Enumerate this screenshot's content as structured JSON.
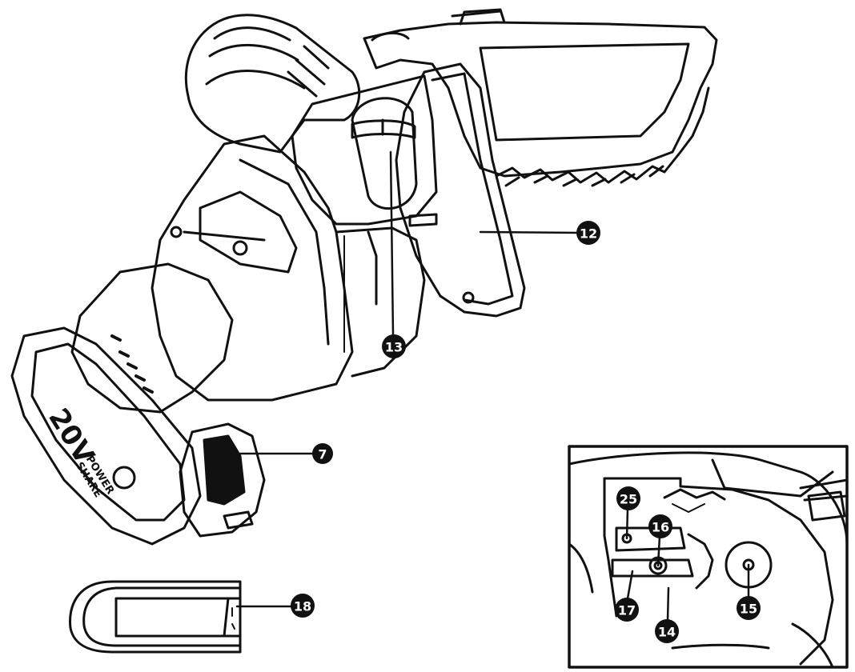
{
  "battery": {
    "voltage": "20V",
    "brand_top": "POWER",
    "brand_bottom": "SHARE"
  },
  "callouts": {
    "c12": "12",
    "c13": "13",
    "c7": "7",
    "c18": "18",
    "c25": "25",
    "c16": "16",
    "c17": "17",
    "c15": "15",
    "c14": "14"
  },
  "colors": {
    "line": "#111111",
    "background": "#ffffff",
    "callout_fill": "#111111"
  }
}
